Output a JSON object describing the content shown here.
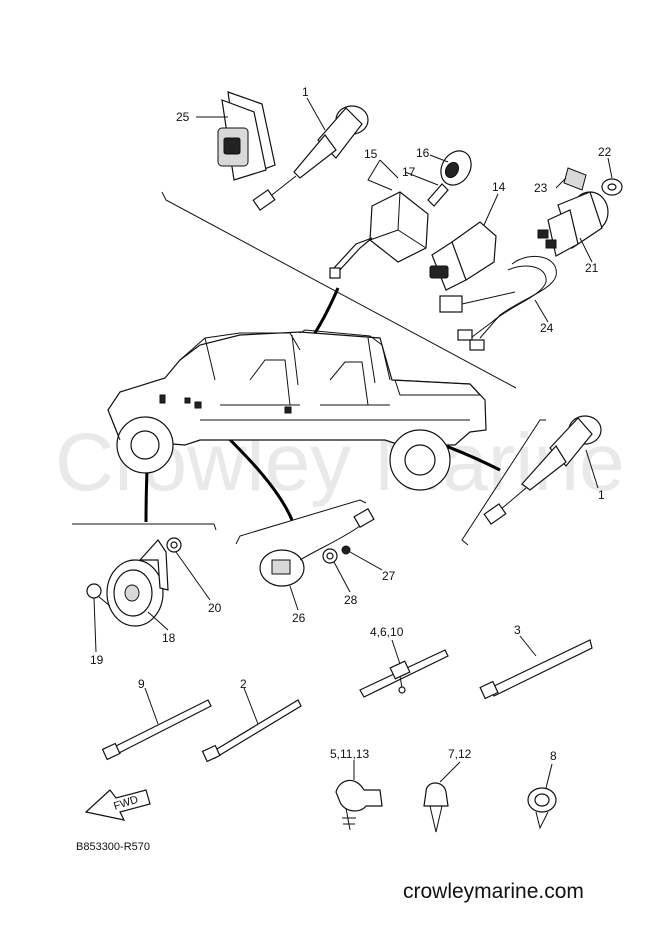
{
  "watermark": "Crowley Marine",
  "diagram_code": "B853300-R570",
  "website": "crowleymarine.com",
  "fwd_icon_label": "FWD",
  "callouts": {
    "c25": "25",
    "c1_top": "1",
    "c15": "15",
    "c16": "16",
    "c17": "17",
    "c22": "22",
    "c23": "23",
    "c14": "14",
    "c21": "21",
    "c24": "24",
    "c1_right": "1",
    "c20": "20",
    "c18": "18",
    "c19": "19",
    "c26": "26",
    "c27": "27",
    "c28": "28",
    "c4_6_10": "4,6,10",
    "c3": "3",
    "c9": "9",
    "c2": "2",
    "c5_11_13": "5,11,13",
    "c7_12": "7,12",
    "c8": "8"
  },
  "colors": {
    "ink": "#111111",
    "watermark": "#e9e9e9",
    "background": "#ffffff"
  }
}
